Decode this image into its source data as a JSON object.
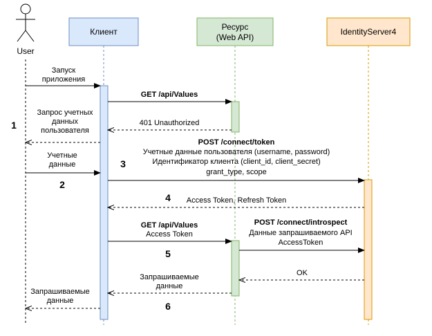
{
  "colors": {
    "client_fill": "#dae8fc",
    "client_stroke": "#6c8ebf",
    "resource_fill": "#d5e8d4",
    "resource_stroke": "#82b366",
    "ids_fill": "#ffe6cc",
    "ids_stroke": "#d79b00",
    "line": "#000000"
  },
  "actors": {
    "user": "User",
    "client": "Клиент",
    "resource": [
      "Ресурс",
      "(Web API)"
    ],
    "ids": "IdentityServer4"
  },
  "messages": {
    "m1": [
      "Запуск",
      "приложения"
    ],
    "m2": "GET /api/Values",
    "m3": "401 Unauthorized",
    "m4": [
      "Запрос учетных",
      "данных",
      "пользователя"
    ],
    "m5": [
      "Учетные",
      "данные"
    ],
    "m6_title": "POST /connect/token",
    "m6_lines": [
      "Учетные данные пользователя (username, password)",
      "Идентификатор клиента (client_id, client_secret)",
      "grant_type, scope"
    ],
    "m7": "Access Token, Refresh Token",
    "m8_title": "GET /api/Values",
    "m8_line": "Access Token",
    "m9_title": "POST /connect/introspect",
    "m9_lines": [
      "Данные запрашиваемого API",
      "AccessToken"
    ],
    "m10": "OK",
    "m11": [
      "Запрашиваемые",
      "данные"
    ],
    "m12": [
      "Запрашиваемые",
      "данные"
    ]
  },
  "steps": [
    "1",
    "2",
    "3",
    "4",
    "5",
    "6"
  ]
}
